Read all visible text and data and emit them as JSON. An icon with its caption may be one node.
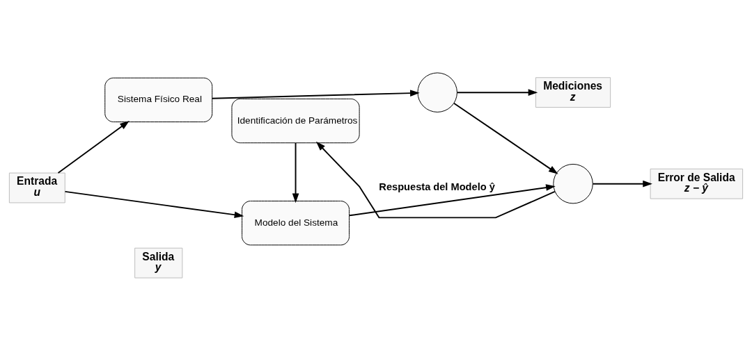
{
  "diagram": {
    "nodes": [
      {
        "text": [
          "Salida",
          "y"
        ]
      },
      {
        "text": [
          "Entrada",
          "u"
        ]
      },
      {
        "text": [
          "Sistema Físico Real"
        ]
      },
      {
        "text": [],
        "shape": "circle"
      },
      {
        "text": [
          "Mediciones",
          "z"
        ]
      },
      {
        "text": [
          "Modelo del Sistema"
        ]
      },
      {
        "text": [],
        "shape": "circle"
      },
      {
        "text": [
          "Error de Salida",
          "z − ŷ"
        ]
      },
      {
        "text": [
          "Identificación de Parámetros"
        ]
      }
    ],
    "edges": [
      {
        "from": 1,
        "to": 2,
        "arrow": "to"
      },
      {
        "from": 1,
        "to": 5,
        "arrow": "to"
      },
      {
        "from": 2,
        "to": 3,
        "arrow": "to"
      },
      {
        "from": 3,
        "to": 4,
        "arrow": "to"
      },
      {
        "from": 3,
        "to": 6,
        "arrow": "to"
      },
      {
        "from": 5,
        "to": 6,
        "arrow": "to",
        "label": "Respuesta del Modelo ŷ"
      },
      {
        "from": 6,
        "to": 7,
        "arrow": "to"
      },
      {
        "from": 6,
        "to": 8,
        "arrow": "to"
      },
      {
        "from": 8,
        "to": 5,
        "arrow": "to"
      }
    ]
  }
}
